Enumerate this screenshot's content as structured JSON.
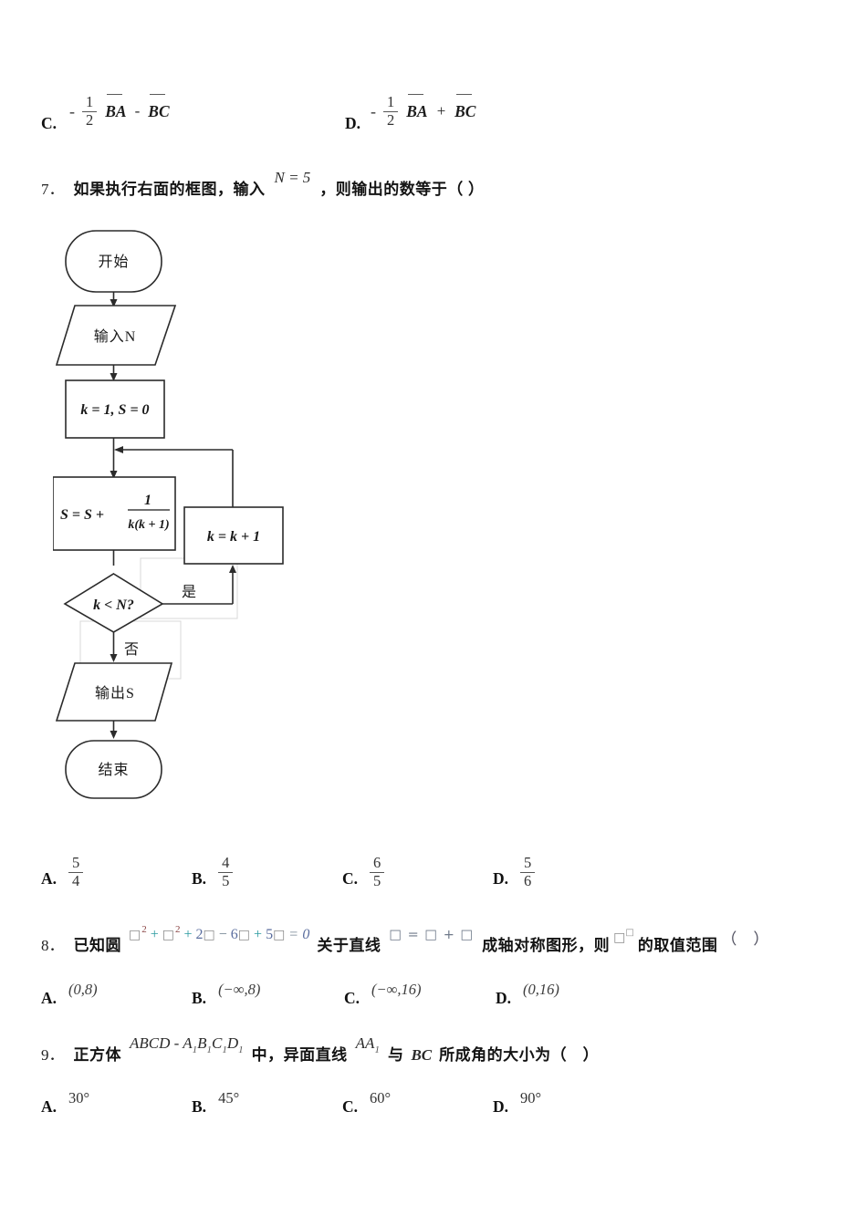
{
  "colors": {
    "page_bg": "#ffffff",
    "text": "#1c1c1c",
    "flowchart_stroke": "#2b2b2b",
    "ghost_box": "#d8d8d8",
    "formula_box": "#8c8c8c",
    "formula_plus": "#2a9aa0",
    "formula_num": "#5a6d9e",
    "formula_sup": "#8a4444"
  },
  "q6_partial": {
    "options": [
      {
        "label": "C.",
        "sign": "-",
        "frac_num": "1",
        "frac_den": "2",
        "term1": "BA",
        "op": "-",
        "term2": "BC"
      },
      {
        "label": "D.",
        "sign": "-",
        "frac_num": "1",
        "frac_den": "2",
        "term1": "BA",
        "op": "+",
        "term2": "BC"
      }
    ]
  },
  "q7": {
    "number": "7．",
    "text_before": "如果执行右面的框图，输入",
    "inline_math": "N = 5",
    "text_after": "，则输出的数等于（ ）",
    "flowchart": {
      "start_label": "开始",
      "input_label": "输入N",
      "init_label": "k = 1, S = 0",
      "accum_prefix": "S = S +",
      "accum_num": "1",
      "accum_den": "k(k + 1)",
      "increment_label": "k = k + 1",
      "decision_label": "k < N?",
      "yes_label": "是",
      "no_label": "否",
      "output_label": "输出S",
      "end_label": "结束"
    },
    "options": [
      {
        "label": "A.",
        "num": "5",
        "den": "4"
      },
      {
        "label": "B.",
        "num": "4",
        "den": "5"
      },
      {
        "label": "C.",
        "num": "6",
        "den": "5"
      },
      {
        "label": "D.",
        "num": "5",
        "den": "6"
      }
    ]
  },
  "q8": {
    "number": "8．",
    "text1": "已知圆",
    "circle_eq_tokens": [
      {
        "t": "□"
      },
      {
        "t": "2"
      },
      {
        "t": "+"
      },
      {
        "t": "□"
      },
      {
        "t": "2"
      },
      {
        "t": "+"
      },
      {
        "t": "2"
      },
      {
        "t": "□"
      },
      {
        "t": "−"
      },
      {
        "t": "6"
      },
      {
        "t": "□"
      },
      {
        "t": "+"
      },
      {
        "t": "5"
      },
      {
        "t": "□"
      },
      {
        "t": "="
      },
      {
        "t": "0"
      }
    ],
    "text2": "关于直线",
    "line_eq": "□ = □ + □",
    "text3": "成轴对称图形，则",
    "range_base": "□",
    "range_sup": "□",
    "text4": "的取值范围",
    "paren": "（　）",
    "options": [
      {
        "label": "A.",
        "value": "(0,8)"
      },
      {
        "label": "B.",
        "value": "(−∞,8)"
      },
      {
        "label": "C.",
        "value": "(−∞,16)"
      },
      {
        "label": "D.",
        "value": "(0,16)"
      }
    ]
  },
  "q9": {
    "number": "9．",
    "text1": "正方体",
    "cube_tokens": [
      {
        "t": "ABCD - "
      },
      {
        "t": "A"
      },
      {
        "t": "1"
      },
      {
        "t": "B"
      },
      {
        "t": "1"
      },
      {
        "t": "C"
      },
      {
        "t": "1"
      },
      {
        "t": "D"
      },
      {
        "t": "1"
      }
    ],
    "text2": "中，异面直线",
    "skew_line_base": "AA",
    "skew_line_sub": "1",
    "text3": "与",
    "bc": "BC",
    "text4": "所成角的大小为（　）",
    "options": [
      {
        "label": "A.",
        "value": "30°"
      },
      {
        "label": "B.",
        "value": "45°"
      },
      {
        "label": "C.",
        "value": "60°"
      },
      {
        "label": "D.",
        "value": "90°"
      }
    ]
  }
}
